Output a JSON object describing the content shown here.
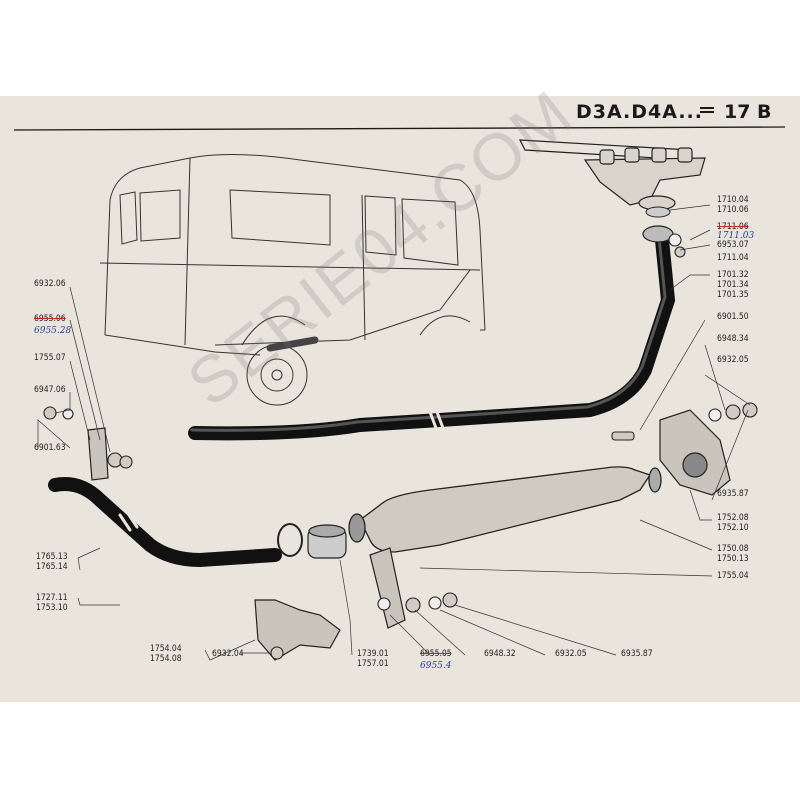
{
  "header": {
    "model": "D3A.D4A...",
    "separator": "═",
    "page": "17 B"
  },
  "watermark": "SERIE04.COM",
  "left_callouts": {
    "c1": "6932.06",
    "c2": "6955.06",
    "c2_hand": "6955.28",
    "c3": "1755.07",
    "c4": "6947.06",
    "c5": "6901.63",
    "c6a": "1765.13",
    "c6b": "1765.14",
    "c7a": "1727.11",
    "c7b": "1753.10",
    "c8a": "1754.04",
    "c8b": "1754.08",
    "c9": "6932.04"
  },
  "bottom_callouts": {
    "b1a": "1739.01",
    "b1b": "1757.01",
    "b2": "6955.05",
    "b2_hand": "6955.4",
    "b3": "6948.32",
    "b4": "6932.05",
    "b5": "6935.87"
  },
  "right_callouts": {
    "r1a": "1710.04",
    "r1b": "1710.06",
    "r2": "1711.06",
    "r2_hand": "1711.03",
    "r3": "6953.07",
    "r4": "1711.04",
    "r5a": "1701.32",
    "r5b": "1701.34",
    "r5c": "1701.35",
    "r6": "6901.50",
    "r7": "6948.34",
    "r8": "6932.05",
    "r9": "6935.87",
    "r10a": "1752.08",
    "r10b": "1752.10",
    "r11a": "1750.08",
    "r11b": "1750.13",
    "r12": "1755.04"
  },
  "colors": {
    "paper": "#e9e5dc",
    "ink": "#1a1a1a",
    "handwriting": "#2a3d8f",
    "correction": "#c22222"
  }
}
